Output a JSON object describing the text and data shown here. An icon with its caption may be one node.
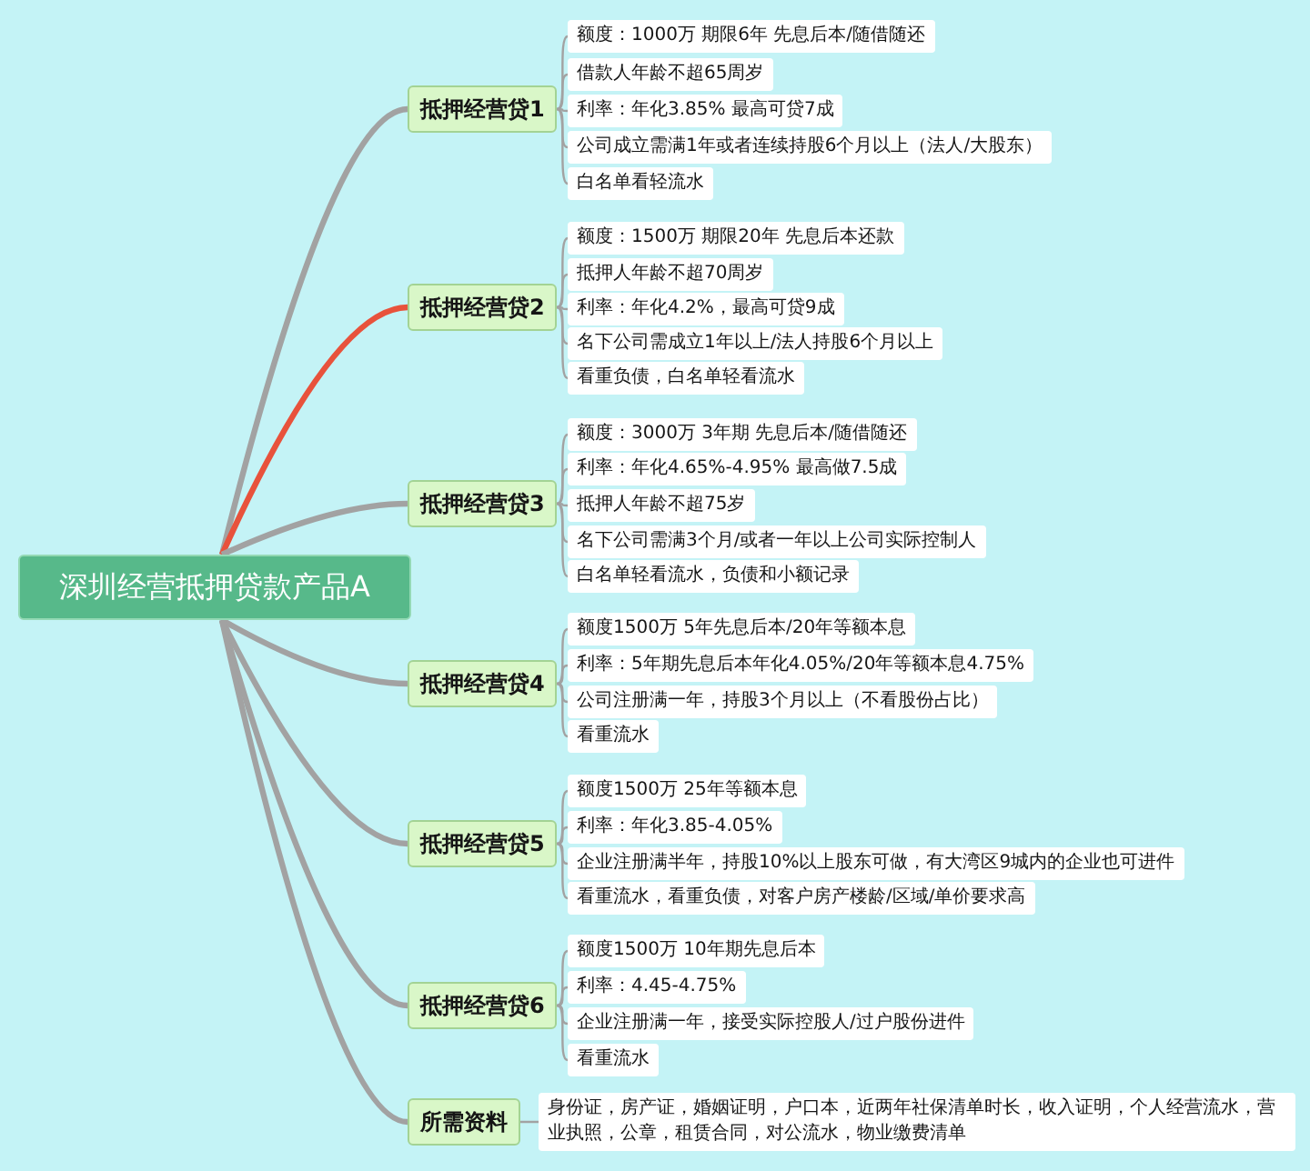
{
  "diagram": {
    "nodes": [
      {
        "text": [
          "深圳经营抵押贷款产品A"
        ]
      },
      {
        "text": [
          "抵押经营贷1"
        ]
      },
      {
        "text": [
          "额度：1000万 期限6年 先息后本/随借随还"
        ]
      },
      {
        "text": [
          "借款人年龄不超65周岁"
        ]
      },
      {
        "text": [
          "利率：年化3.85% 最高可贷7成"
        ]
      },
      {
        "text": [
          "公司成立需满1年或者连续持股6个月以上（法人/大股东）"
        ]
      },
      {
        "text": [
          "白名单看轻流水"
        ]
      },
      {
        "text": [
          "抵押经营贷2"
        ]
      },
      {
        "text": [
          "额度：1500万 期限20年 先息后本还款"
        ]
      },
      {
        "text": [
          "抵押人年龄不超70周岁"
        ]
      },
      {
        "text": [
          "利率：年化4.2%，最高可贷9成"
        ]
      },
      {
        "text": [
          "名下公司需成立1年以上/法人持股6个月以上"
        ]
      },
      {
        "text": [
          "看重负债，白名单轻看流水"
        ]
      },
      {
        "text": [
          "抵押经营贷3"
        ]
      },
      {
        "text": [
          "额度：3000万 3年期 先息后本/随借随还"
        ]
      },
      {
        "text": [
          "利率：年化4.65%-4.95% 最高做7.5成"
        ]
      },
      {
        "text": [
          "抵押人年龄不超75岁"
        ]
      },
      {
        "text": [
          "名下公司需满3个月/或者一年以上公司实际控制人"
        ]
      },
      {
        "text": [
          "白名单轻看流水，负债和小额记录"
        ]
      },
      {
        "text": [
          "抵押经营贷4"
        ]
      },
      {
        "text": [
          "额度1500万 5年先息后本/20年等额本息"
        ]
      },
      {
        "text": [
          "利率：5年期先息后本年化4.05%/20年等额本息4.75%"
        ]
      },
      {
        "text": [
          "公司注册满一年，持股3个月以上（不看股份占比）"
        ]
      },
      {
        "text": [
          "看重流水"
        ]
      },
      {
        "text": [
          "抵押经营贷5"
        ]
      },
      {
        "text": [
          "额度1500万 25年等额本息"
        ]
      },
      {
        "text": [
          "利率：年化3.85-4.05%"
        ]
      },
      {
        "text": [
          "企业注册满半年，持股10%以上股东可做，有大湾区9城内的企业也可进件"
        ]
      },
      {
        "text": [
          "看重流水，看重负债，对客户房产楼龄/区域/单价要求高"
        ]
      },
      {
        "text": [
          "抵押经营贷6"
        ]
      },
      {
        "text": [
          "额度1500万 10年期先息后本"
        ]
      },
      {
        "text": [
          "利率：4.45-4.75%"
        ]
      },
      {
        "text": [
          "企业注册满一年，接受实际控股人/过户股份进件"
        ]
      },
      {
        "text": [
          "看重流水"
        ]
      },
      {
        "text": [
          "所需资料"
        ]
      },
      {
        "text": [
          "身份证，房产证，婚姻证明，户口本，近两年社保清单时长，收入证明，个人经营流水，营业执照，公章，租赁合同，对公流水，物业缴费清单"
        ]
      }
    ],
    "edges": [
      {
        "from": 0,
        "to": 1,
        "arrow": "none",
        "style": "thick"
      },
      {
        "from": 1,
        "to": 2,
        "arrow": "none"
      },
      {
        "from": 1,
        "to": 3,
        "arrow": "none"
      },
      {
        "from": 1,
        "to": 4,
        "arrow": "none"
      },
      {
        "from": 1,
        "to": 5,
        "arrow": "none"
      },
      {
        "from": 1,
        "to": 6,
        "arrow": "none"
      },
      {
        "from": 0,
        "to": 7,
        "arrow": "none",
        "style": "thick",
        "color": "#e8523c"
      },
      {
        "from": 7,
        "to": 8,
        "arrow": "none"
      },
      {
        "from": 7,
        "to": 9,
        "arrow": "none"
      },
      {
        "from": 7,
        "to": 10,
        "arrow": "none"
      },
      {
        "from": 7,
        "to": 11,
        "arrow": "none"
      },
      {
        "from": 7,
        "to": 12,
        "arrow": "none"
      },
      {
        "from": 0,
        "to": 13,
        "arrow": "none",
        "style": "thick"
      },
      {
        "from": 13,
        "to": 14,
        "arrow": "none"
      },
      {
        "from": 13,
        "to": 15,
        "arrow": "none"
      },
      {
        "from": 13,
        "to": 16,
        "arrow": "none"
      },
      {
        "from": 13,
        "to": 17,
        "arrow": "none"
      },
      {
        "from": 13,
        "to": 18,
        "arrow": "none"
      },
      {
        "from": 0,
        "to": 19,
        "arrow": "none",
        "style": "thick"
      },
      {
        "from": 19,
        "to": 20,
        "arrow": "none"
      },
      {
        "from": 19,
        "to": 21,
        "arrow": "none"
      },
      {
        "from": 19,
        "to": 22,
        "arrow": "none"
      },
      {
        "from": 19,
        "to": 23,
        "arrow": "none"
      },
      {
        "from": 0,
        "to": 24,
        "arrow": "none",
        "style": "thick"
      },
      {
        "from": 24,
        "to": 25,
        "arrow": "none"
      },
      {
        "from": 24,
        "to": 26,
        "arrow": "none"
      },
      {
        "from": 24,
        "to": 27,
        "arrow": "none"
      },
      {
        "from": 24,
        "to": 28,
        "arrow": "none"
      },
      {
        "from": 0,
        "to": 29,
        "arrow": "none",
        "style": "thick"
      },
      {
        "from": 29,
        "to": 30,
        "arrow": "none"
      },
      {
        "from": 29,
        "to": 31,
        "arrow": "none"
      },
      {
        "from": 29,
        "to": 32,
        "arrow": "none"
      },
      {
        "from": 29,
        "to": 33,
        "arrow": "none"
      },
      {
        "from": 0,
        "to": 34,
        "arrow": "none",
        "style": "thick"
      },
      {
        "from": 34,
        "to": 35,
        "arrow": "none"
      }
    ]
  }
}
